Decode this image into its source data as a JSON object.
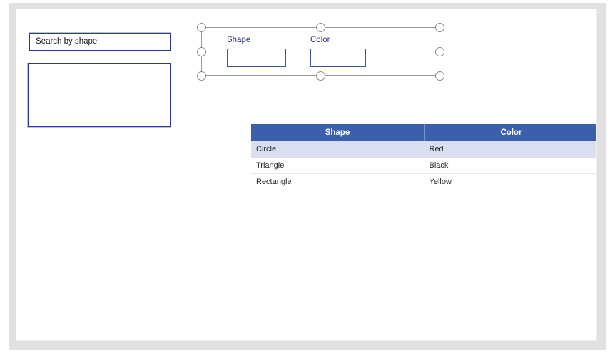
{
  "left_panel": {
    "search": {
      "value": "Search by shape",
      "placeholder": "Search by shape"
    },
    "results_box": {
      "value": ""
    }
  },
  "form_group": {
    "selected": true,
    "handles": [
      "top-left",
      "top-center",
      "top-right",
      "middle-left",
      "middle-right",
      "bottom-left",
      "bottom-center",
      "bottom-right"
    ],
    "fields": [
      {
        "label": "Shape",
        "value": ""
      },
      {
        "label": "Color",
        "value": ""
      }
    ]
  },
  "table": {
    "columns": [
      "Shape",
      "Color"
    ],
    "rows": [
      {
        "shape": "Circle",
        "color": "Red",
        "selected": true
      },
      {
        "shape": "Triangle",
        "color": "Black",
        "selected": false
      },
      {
        "shape": "Rectangle",
        "color": "Yellow",
        "selected": false
      }
    ]
  },
  "colors": {
    "header_blue": "#3b5fab",
    "row_selected": "#d9dff0",
    "field_border": "#2b3990",
    "label_text": "#2f3a7a",
    "canvas": "#ffffff",
    "frame_gray": "#e1e1e1"
  }
}
